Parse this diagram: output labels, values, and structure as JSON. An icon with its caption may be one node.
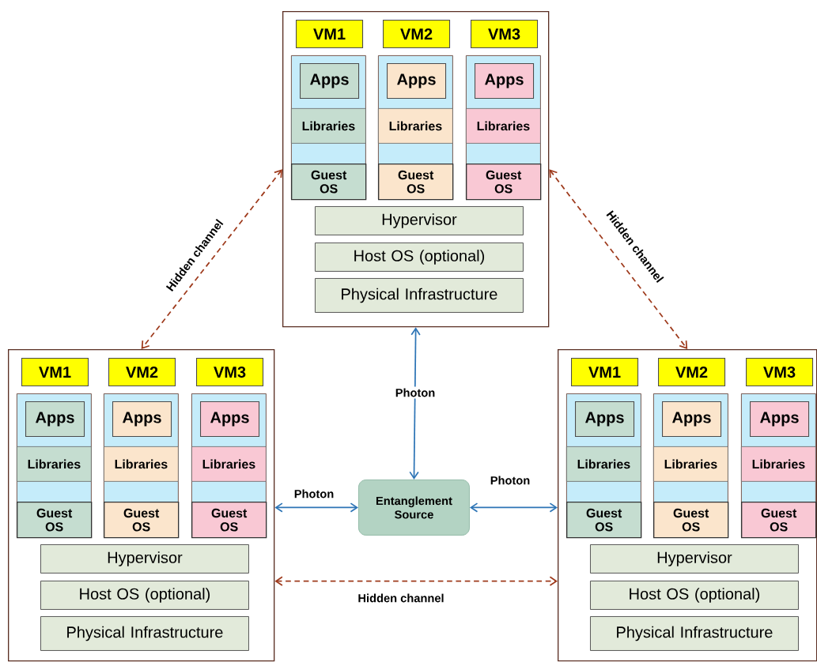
{
  "diagram": {
    "nodes": [
      {
        "text": [],
        "shape": "box"
      },
      {
        "text": [
          "VM1"
        ],
        "in": 0
      },
      {
        "text": [
          "VM2"
        ],
        "in": 0
      },
      {
        "text": [
          "VM3"
        ],
        "in": 0
      },
      {
        "text": [],
        "shape": "box",
        "in": 0
      },
      {
        "text": [
          "Apps"
        ],
        "in": 4
      },
      {
        "text": [
          "Libraries"
        ],
        "in": 4
      },
      {
        "text": [
          "Guest OS"
        ],
        "in": 4
      },
      {
        "text": [],
        "shape": "box",
        "in": 0
      },
      {
        "text": [
          "Apps"
        ],
        "in": 8
      },
      {
        "text": [
          "Libraries"
        ],
        "in": 8
      },
      {
        "text": [
          "Guest OS"
        ],
        "in": 8
      },
      {
        "text": [],
        "shape": "box",
        "in": 0
      },
      {
        "text": [
          "Apps"
        ],
        "in": 12
      },
      {
        "text": [
          "Libraries"
        ],
        "in": 12
      },
      {
        "text": [
          "Guest OS"
        ],
        "in": 12
      },
      {
        "text": [
          "Hypervisor"
        ],
        "in": 0
      },
      {
        "text": [
          "Host OS (optional)"
        ],
        "in": 0
      },
      {
        "text": [
          "Physical Infrastructure"
        ],
        "in": 0
      },
      {
        "text": [],
        "shape": "box"
      },
      {
        "text": [
          "VM1"
        ],
        "in": 19
      },
      {
        "text": [
          "VM2"
        ],
        "in": 19
      },
      {
        "text": [
          "VM3"
        ],
        "in": 19
      },
      {
        "text": [],
        "shape": "box",
        "in": 19
      },
      {
        "text": [
          "Apps"
        ],
        "in": 23
      },
      {
        "text": [
          "Libraries"
        ],
        "in": 23
      },
      {
        "text": [
          "Guest OS"
        ],
        "in": 23
      },
      {
        "text": [],
        "shape": "box",
        "in": 19
      },
      {
        "text": [
          "Apps"
        ],
        "in": 27
      },
      {
        "text": [
          "Libraries"
        ],
        "in": 27
      },
      {
        "text": [
          "Guest OS"
        ],
        "in": 27
      },
      {
        "text": [],
        "shape": "box",
        "in": 19
      },
      {
        "text": [
          "Apps"
        ],
        "in": 31
      },
      {
        "text": [
          "Libraries"
        ],
        "in": 31
      },
      {
        "text": [
          "Guest OS"
        ],
        "in": 31
      },
      {
        "text": [
          "Hypervisor"
        ],
        "in": 19
      },
      {
        "text": [
          "Host OS (optional)"
        ],
        "in": 19
      },
      {
        "text": [
          "Physical Infrastructure"
        ],
        "in": 19
      },
      {
        "text": [
          "Entanglement Source"
        ]
      },
      {
        "text": [],
        "shape": "box"
      },
      {
        "text": [
          "VM1"
        ],
        "in": 39
      },
      {
        "text": [
          "VM2"
        ],
        "in": 39
      },
      {
        "text": [
          "VM3"
        ],
        "in": 39
      },
      {
        "text": [],
        "shape": "box",
        "in": 39
      },
      {
        "text": [
          "Apps"
        ],
        "in": 43
      },
      {
        "text": [
          "Libraries"
        ],
        "in": 43
      },
      {
        "text": [
          "Guest OS"
        ],
        "in": 43
      },
      {
        "text": [],
        "shape": "box",
        "in": 39
      },
      {
        "text": [
          "Apps"
        ],
        "in": 47
      },
      {
        "text": [
          "Libraries"
        ],
        "in": 47
      },
      {
        "text": [
          "Guest OS"
        ],
        "in": 47
      },
      {
        "text": [],
        "shape": "box",
        "in": 39
      },
      {
        "text": [
          "Apps"
        ],
        "in": 51
      },
      {
        "text": [
          "Libraries"
        ],
        "in": 51
      },
      {
        "text": [
          "Guest OS"
        ],
        "in": 51
      },
      {
        "text": [
          "Hypervisor"
        ],
        "in": 39
      },
      {
        "text": [
          "Host OS (optional)"
        ],
        "in": 39
      },
      {
        "text": [
          "Physical Infrastructure"
        ],
        "in": 39
      }
    ],
    "edges": [
      {
        "from": 0,
        "to": 38,
        "arrow": "both",
        "label": "Photon"
      },
      {
        "from": 19,
        "to": 38,
        "arrow": "both",
        "label": "Photon"
      },
      {
        "from": 38,
        "to": 39,
        "arrow": "both",
        "label": "Photon"
      },
      {
        "from": 0,
        "to": 19,
        "arrow": "both",
        "label": "Hidden channel",
        "style": "dashed",
        "color": "#9e3a1c"
      },
      {
        "from": 0,
        "to": 39,
        "arrow": "both",
        "label": "Hidden channel",
        "style": "dashed",
        "color": "#9e3a1c"
      },
      {
        "from": 19,
        "to": 39,
        "arrow": "both",
        "label": "Hidden channel",
        "style": "dashed",
        "color": "#9e3a1c"
      }
    ]
  }
}
